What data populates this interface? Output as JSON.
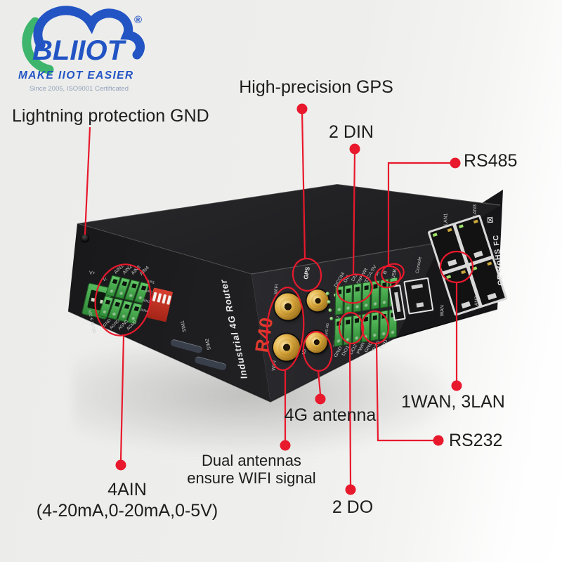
{
  "logo": {
    "brand": "BLIIOT",
    "registered": "®",
    "tagline": "MAKE IIOT EASIER",
    "subtitle": "Since 2005, ISO9001 Certificated",
    "blue": "#2254c4",
    "green": "#3db56c"
  },
  "colors": {
    "annotation_red": "#e8192c",
    "terminal_green": "#4ab04f",
    "antenna_gold": "#d9a83c",
    "device_black": "#1b1b1e"
  },
  "callouts": {
    "lightning": {
      "label": "Lightning protection GND"
    },
    "gps": {
      "label": "High-precision GPS"
    },
    "din": {
      "label": "2 DIN"
    },
    "rs485": {
      "label": "RS485"
    },
    "wan_lan": {
      "label": "1WAN, 3LAN"
    },
    "rs232": {
      "label": "RS232"
    },
    "dout": {
      "label": "2 DO"
    },
    "antenna_4g": {
      "label": "4G antenna"
    },
    "wifi": {
      "line1": "Dual antennas",
      "line2": "ensure WIFI signal"
    },
    "ain": {
      "line1": "4AIN",
      "line2": "(4-20mA,0-20mA,0-5V)"
    }
  },
  "device": {
    "model": "R40",
    "product_name": "Industrial 4G Router",
    "power": {
      "v_plus": "V+",
      "v_minus": "V-",
      "dc_label": "DC-IN 9-30V"
    },
    "ain_top": [
      "AIN1",
      "AIN2",
      "AIN3",
      "AIN4"
    ],
    "ain_mid": [
      "AIN1",
      "AIN2",
      "AIN3",
      "AIN4"
    ],
    "ain_bottom": [
      "AGND",
      "AGND",
      "AGND",
      "AGND"
    ],
    "sim": [
      "SIM1",
      "SIM2"
    ],
    "antenna_ports": {
      "wifi1": "WIFI",
      "gps": "GPS",
      "g4": "4G",
      "wifi2": "WIFI"
    },
    "led_labels": {
      "col1": "SYS 4G",
      "col2": "DO1 DO2 DI1 DI2"
    },
    "terminals": {
      "top": [
        "DCOM",
        "DI1",
        "DI2",
        "DIPWR",
        "VDC4.5V",
        "A",
        "B"
      ],
      "bottom": [
        "GND",
        "DO1",
        "DO2",
        "PWR",
        "GND",
        "RXD",
        "TXD"
      ]
    },
    "usb_label": "USB",
    "console_label": "Console",
    "ethernet": {
      "top_left": "LAN1",
      "top_right": "LAN3",
      "bottom_left": "WAN",
      "bottom_right": "LAN2"
    },
    "cert": "CE RoHS FC",
    "weee": "⊠"
  }
}
